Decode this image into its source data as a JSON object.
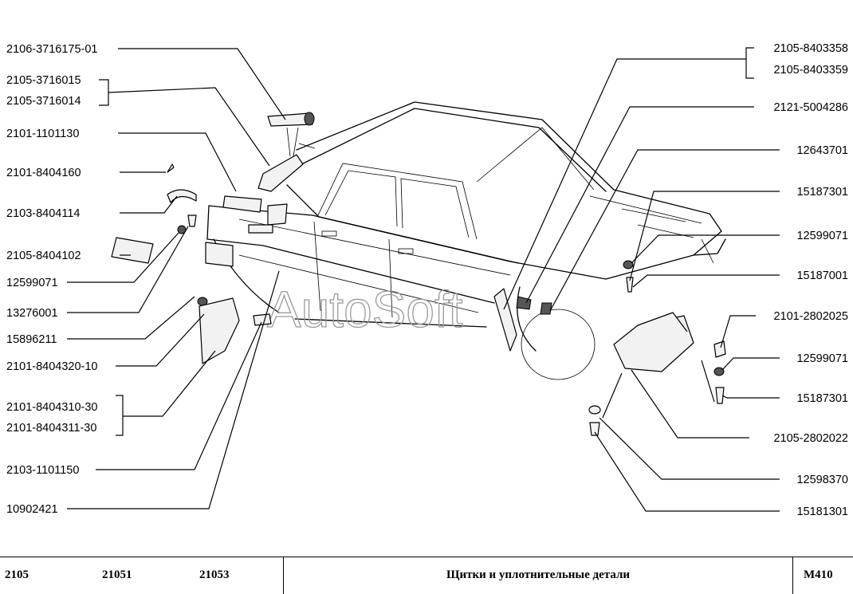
{
  "watermark": "AutoSoft",
  "labels_left": [
    "2106-3716175-01",
    "2105-3716015",
    "2105-3716014",
    "2101-1101130",
    "2101-8404160",
    "2103-8404114",
    "2105-8404102",
    "12599071",
    "13276001",
    "15896211",
    "2101-8404320-10",
    "2101-8404310-30",
    "2101-8404311-30",
    "2103-1101150",
    "10902421"
  ],
  "labels_right": [
    "2105-8403358",
    "2105-8403359",
    "2121-5004286",
    "12643701",
    "15187301",
    "12599071",
    "15187001",
    "2101-2802025",
    "12599071",
    "15187301",
    "2105-2802022",
    "12598370",
    "15181301"
  ],
  "footer": {
    "models": [
      "2105",
      "21051",
      "21053"
    ],
    "title": "Щитки и уплотнительные детали",
    "code": "M410"
  }
}
